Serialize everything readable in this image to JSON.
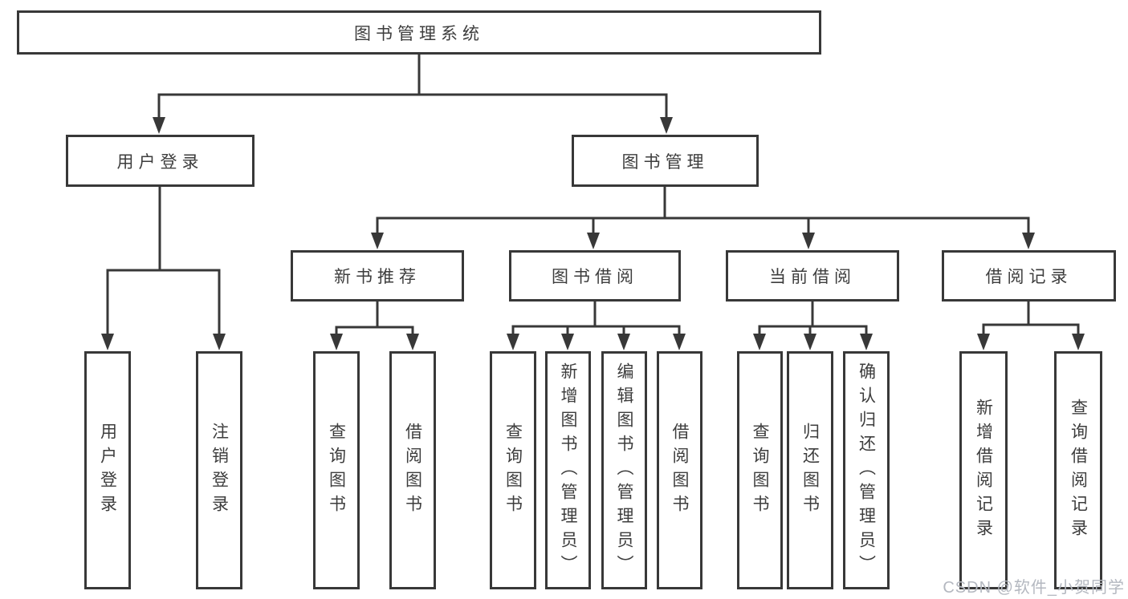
{
  "diagram_type": "hierarchy-tree",
  "tree": {
    "label": "图书管理系统",
    "children": [
      {
        "label": "用户登录",
        "children": [
          {
            "label": "用户登录"
          },
          {
            "label": "注销登录"
          }
        ]
      },
      {
        "label": "图书管理",
        "children": [
          {
            "label": "新书推荐",
            "children": [
              {
                "label": "查询图书"
              },
              {
                "label": "借阅图书"
              }
            ]
          },
          {
            "label": "图书借阅",
            "children": [
              {
                "label": "查询图书"
              },
              {
                "label": "新增图书（管理员）"
              },
              {
                "label": "编辑图书（管理员）"
              },
              {
                "label": "借阅图书"
              }
            ]
          },
          {
            "label": "当前借阅",
            "children": [
              {
                "label": "查询图书"
              },
              {
                "label": "归还图书"
              },
              {
                "label": "确认归还（管理员）"
              }
            ]
          },
          {
            "label": "借阅记录",
            "children": [
              {
                "label": "新增借阅记录"
              },
              {
                "label": "查询借阅记录"
              }
            ]
          }
        ]
      }
    ]
  },
  "watermark": {
    "text": "CSDN @软件_小贺同学"
  },
  "colors": {
    "line": "#383838",
    "box_border": "#383838",
    "box_fill": "#ffffff",
    "text": "#3d3d3d",
    "watermark": "#b4b8c0",
    "background": "#ffffff"
  }
}
